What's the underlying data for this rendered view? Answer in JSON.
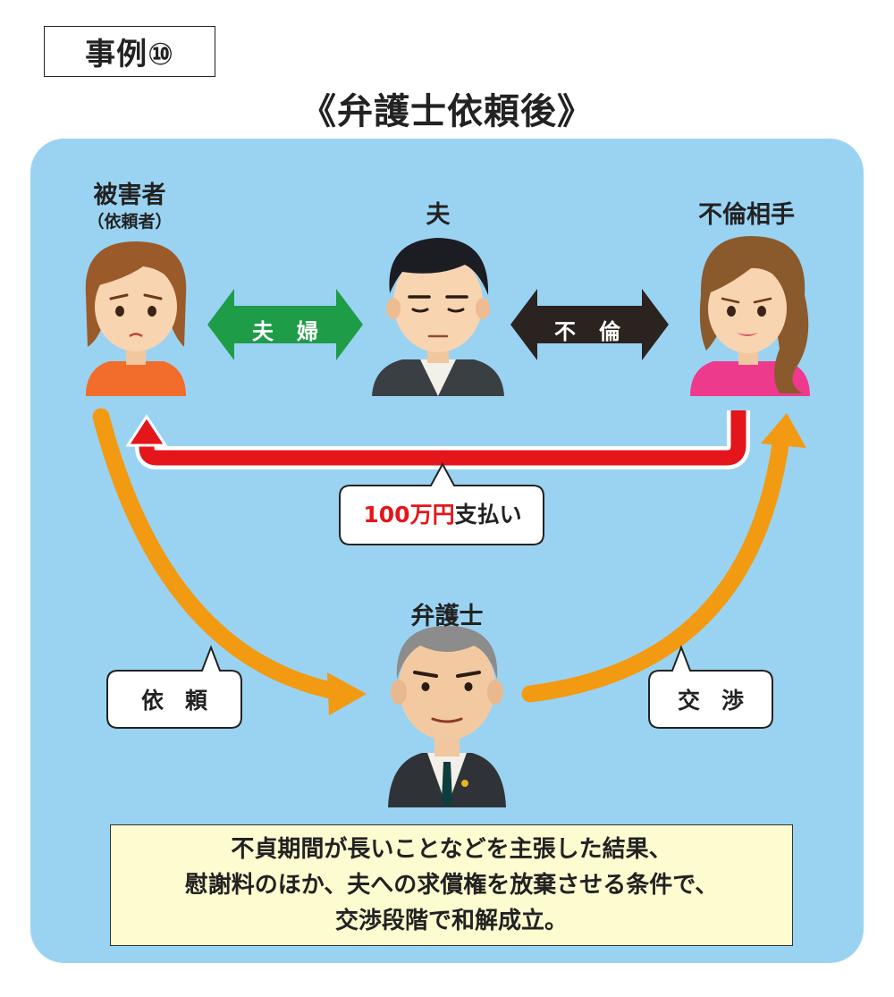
{
  "case_label": "事例⑩",
  "title": "《弁護士依頼後》",
  "people": {
    "victim": {
      "name": "被害者",
      "note": "（依頼者）"
    },
    "husband": {
      "name": "夫"
    },
    "affair_partner": {
      "name": "不倫相手"
    },
    "lawyer": {
      "name": "弁護士"
    }
  },
  "relations": {
    "couple": "夫婦",
    "affair": "不倫"
  },
  "payment": {
    "amount": "100万円",
    "text": "支払い"
  },
  "actions": {
    "request": "依頼",
    "negotiate": "交渉"
  },
  "result_lines": [
    "不貞期間が長いことなどを主張した結果、",
    "慰謝料のほか、夫への求償権を放棄させる条件で、",
    "交渉段階で和解成立。"
  ],
  "colors": {
    "panel": "#9ad3f2",
    "couple_arrow": "#1f9c48",
    "affair_arrow": "#2a2320",
    "payment_arrow": "#e4161b",
    "flow_arrow": "#f29a12",
    "result_box": "#fdfbd0"
  }
}
